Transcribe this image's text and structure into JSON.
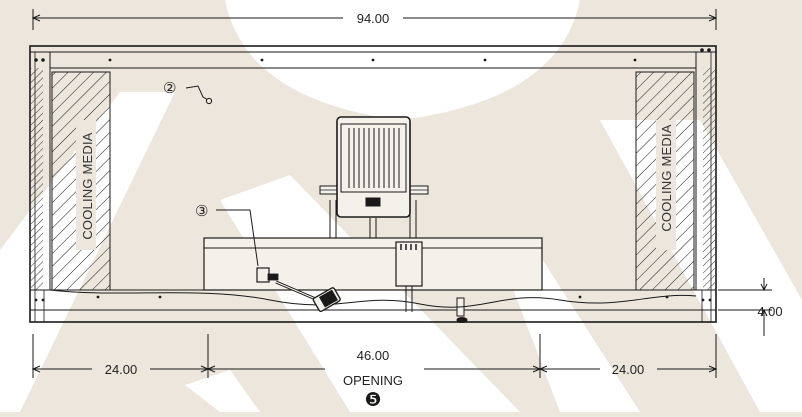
{
  "diagram": {
    "colors": {
      "background": "#ece6dd",
      "watermark": "#ffffff",
      "line": "#1a1a1a"
    },
    "dimensions": {
      "overall_width": "94.00",
      "left_section": "24.00",
      "opening_width": "46.00",
      "opening_label": "OPENING",
      "right_section": "24.00",
      "base_height": "4.00"
    },
    "labels": {
      "left_media": "COOLING MEDIA",
      "right_media": "COOLING MEDIA"
    },
    "callouts": {
      "c2": "②",
      "c3": "③",
      "c5": "❺"
    }
  }
}
